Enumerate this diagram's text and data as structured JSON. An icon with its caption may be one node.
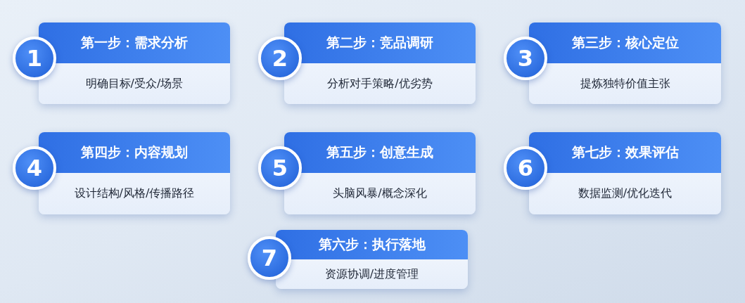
{
  "diagram": {
    "nodes": [
      {
        "text": [
          "1"
        ]
      },
      {
        "text": [
          "第一步：需求分析",
          "明确目标/受众/场景"
        ]
      },
      {
        "text": [
          "2"
        ]
      },
      {
        "text": [
          "第二步：竞品调研",
          "分析对手策略/优劣势"
        ]
      },
      {
        "text": [
          "3"
        ]
      },
      {
        "text": [
          "第三步：核心定位",
          "提炼独特价值主张"
        ]
      },
      {
        "text": [
          "4"
        ]
      },
      {
        "text": [
          "第四步：内容规划",
          "设计结构/风格/传播路径"
        ]
      },
      {
        "text": [
          "5"
        ]
      },
      {
        "text": [
          "第五步：创意生成",
          "头脑风暴/概念深化"
        ]
      },
      {
        "text": [
          "6"
        ]
      },
      {
        "text": [
          "第七步：效果评估",
          "数据监测/优化迭代"
        ]
      },
      {
        "text": [
          "7"
        ]
      },
      {
        "text": [
          "第六步：执行落地",
          "资源协调/进度管理"
        ]
      }
    ],
    "edges": []
  }
}
